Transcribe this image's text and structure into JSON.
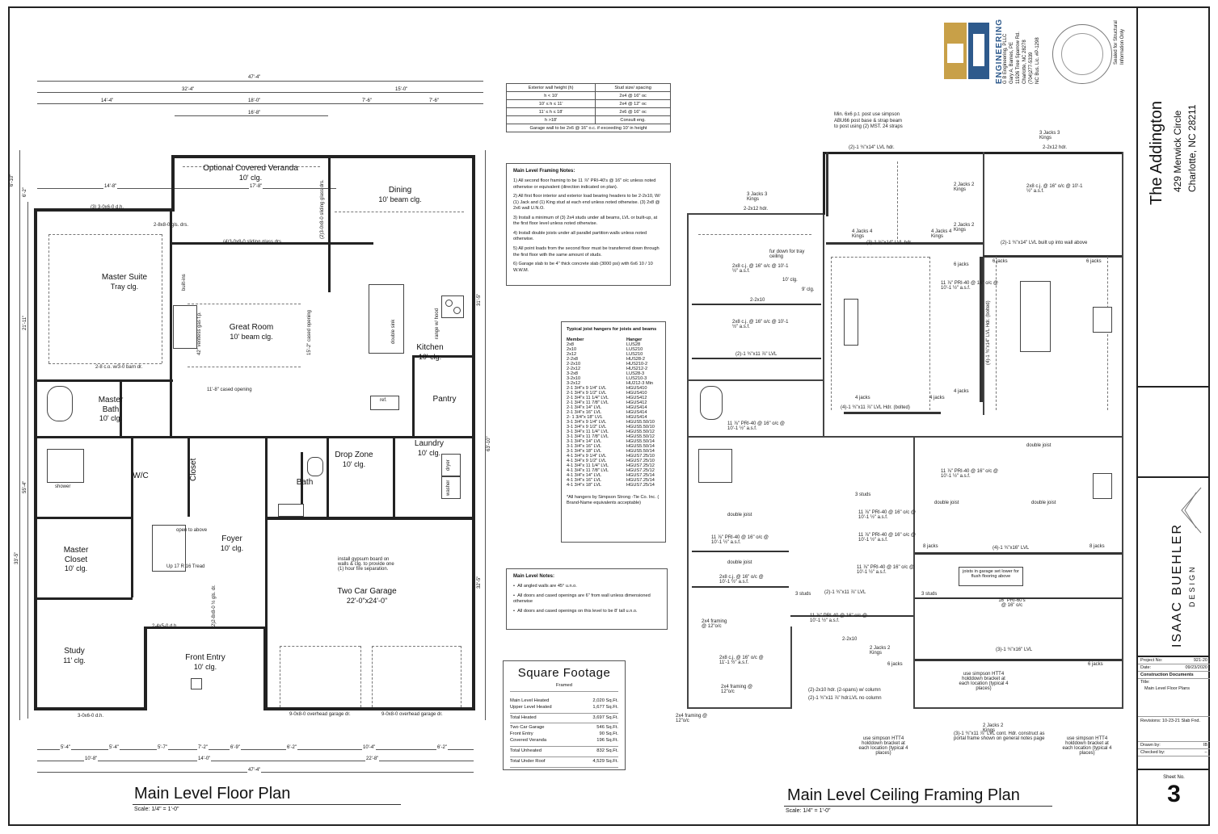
{
  "floor_plan": {
    "title": "Main Level Floor Plan",
    "scale": "Scale: 1/4\" = 1'-0\"",
    "rooms": [
      {
        "name": "Optional Covered Veranda",
        "note": "10' clg."
      },
      {
        "name": "Dining",
        "note": "10' beam clg."
      },
      {
        "name": "Master Suite",
        "note": "Tray clg."
      },
      {
        "name": "Great Room",
        "note": "10' beam clg."
      },
      {
        "name": "Kitchen",
        "note": "10' clg."
      },
      {
        "name": "Pantry",
        "note": ""
      },
      {
        "name": "Master Bath",
        "note": "10' clg."
      },
      {
        "name": "Drop Zone",
        "note": "10' clg."
      },
      {
        "name": "Laundry",
        "note": "10' clg."
      },
      {
        "name": "Bath",
        "note": ""
      },
      {
        "name": "Closet",
        "note": ""
      },
      {
        "name": "W/C",
        "note": ""
      },
      {
        "name": "Foyer",
        "note": "10' clg."
      },
      {
        "name": "Master Closet",
        "note": "10' clg."
      },
      {
        "name": "Two Car Garage",
        "note": "22'-0\"x24'-0\""
      },
      {
        "name": "Study",
        "note": "11' clg."
      },
      {
        "name": "Front Entry",
        "note": "10' clg."
      }
    ],
    "top_dims": [
      "47'-4\"",
      "32'-4\"",
      "15'-0\"",
      "14'-4\"",
      "18'-0\"",
      "7'-6\"",
      "7'-6\"",
      "16'-8\"",
      "14'-8\"",
      "17'-8\""
    ],
    "bottom_dims": [
      "5'-4\"",
      "5'-4\"",
      "5'-7\"",
      "7'-2\"",
      "6'-9\"",
      "6'-2\"",
      "10'-4\"",
      "6'-2\"",
      "10'-8\"",
      "14'-0\"",
      "22'-8\"",
      "47'-4\""
    ],
    "side_dims": [
      "63'-10\"",
      "31'-5\"",
      "32'-5\"",
      "55'-4\"",
      "21'-11\"",
      "33'-5\"",
      "6'-10\"",
      "6'-2\""
    ],
    "labels": [
      "(3) 3-0x6-0 d.h.",
      "(4)3-0x8-0 sliding glass drs.",
      "(2)3-0x8-0 sliding glass drs.",
      "2-8x8-0 gls. drs.",
      "built-ins",
      "42\" ventless gas f.p.",
      "15'-2\" cased opening",
      "11'-8\" cased opening",
      "2-8 c.o. w/3-0 barn dr.",
      "ref.",
      "double sink",
      "range w/ hood",
      "shower",
      "washer",
      "dryer",
      "open to above",
      "Up 17 R 16 Tread",
      "install gypsum board on walls & clg. to provide one (1) hour fire separation.",
      "9-0x8-0 overhead garage dr.",
      "3-0x6-0 d.h.",
      "2-4x5-0 d.h.",
      "(2)2-8x8-0 ½ gls. dr."
    ]
  },
  "framing_plan": {
    "title": "Main Level Ceiling Framing Plan",
    "scale": "Scale: 1/4\" = 1'-0\"",
    "labels": [
      "Min. 6x6 p.t. post use simpson ABU66 post base & strap beam to post using (2) MST. 24 straps",
      "(2)-1 ¾\"x14\" LVL hdr.",
      "3 Jacks 3 Kings",
      "2-2x12 hdr.",
      "2x8 c.j. @ 16\" o/c @ 10'-1 ½\" a.s.f.",
      "fur down for tray ceiling",
      "10' clg.",
      "9' clg.",
      "2-2x10",
      "(2)-1 ¾\"x11 ⅞\" LVL",
      "4 Jacks 4 Kings",
      "(3)-1 ¾\"x14\" LVL hdr.",
      "(2)-1 ¾\"x14\" LVL built up into wall above",
      "6 jacks",
      "11 ⅞\" PRI-40 @ 16\" o/c @ 10'-1 ½\" a.s.f.",
      "(4)-1 ¾\"x14\" LVL Hdr. (bolted)",
      "4 jacks",
      "(4)-1 ¾\"x11 ⅞\" LVL Hdr. (bolted)",
      "double joist",
      "3 studs",
      "8 jacks",
      "(4)-1 ¾\"x16\" LVL",
      "joists in garage set lower for flush flooring above",
      "16\" PRI-60's @ 16\" o/c",
      "(3)-1 ¾\"x16\" LVL",
      "2x4 framing @ 12\"o/c",
      "2x8 c.j. @ 16\" o/c @ 11'-1 ½\" a.s.f.",
      "(2)-2x10 hdr. (2-spans) w/ column",
      "(2)-1 ¾\"x11 ⅞\" hdr.LVL no column",
      "use simpson HTT4 holddown bracket at each location (typical 4 places)",
      "(3)-1 ¾\"x11 ⅞\" LVL cont. Hdr. construct as portal frame shown on general notes page",
      "2 Jacks 2 Kings"
    ]
  },
  "wall_table": {
    "headers": [
      "Exterior wall height (h)",
      "Stud size/ spacing"
    ],
    "rows": [
      [
        "h < 10'",
        "2x4 @ 16\" oc"
      ],
      [
        "10' ≤ h ≤ 11'",
        "2x4 @ 12\" oc"
      ],
      [
        "11' ≤ h ≤ 18'",
        "2x6 @ 16\" oc"
      ],
      [
        "h >18'",
        "Consult eng."
      ]
    ],
    "footer": "Garage wall to be 2x6 @ 16\" o.c. if exceeding 10' in height"
  },
  "framing_notes": {
    "title": "Main Level Framing Notes:",
    "items": [
      "1)  All second floor framing to be 11 ⅞\" PRI-40's @ 16\" o/c unless noted otherwise or equivalent (direction indicated on plan).",
      "2)  All first floor interior and exterior load bearing headers to be 2-2x10, W/ (1) Jack and (1) King stud at each end unless noted otherwise. (3) 2x8 @ 2x6 wall U.N.O.",
      "3)  Install a minimum of (3) 2x4 studs under all beams, LVL or built-up, at the first floor level unless noted otherwise.",
      "4)  Install double joists under all parallel partition walls unless noted otherwise.",
      "5)  All point loads from the second floor must be transferred down through the first floor with the same amount of studs.",
      "6)  Garage slab to be 4\" thick concrete slab (3000 psi) with 6x6 10 / 10 W.W.M."
    ]
  },
  "hangers": {
    "title": "Typical joist hangers for joists and beams",
    "col_member": "Member",
    "col_hanger": "Hanger",
    "rows": [
      [
        "2x8",
        "LUS28"
      ],
      [
        "2x10",
        "LUS210"
      ],
      [
        "2x12",
        "LUS210"
      ],
      [
        "2-2x8",
        "HUS28-2"
      ],
      [
        "2-2x10",
        "HUS210-2"
      ],
      [
        "2-2x12",
        "HUS212-2"
      ],
      [
        "3-2x8",
        "LUS28-3"
      ],
      [
        "3-2x10",
        "LUS210-3"
      ],
      [
        "3-2x12",
        "HU212-3 Min"
      ],
      [
        "2-1 3/4\"x 9 1/4\" LVL",
        "HGUS410"
      ],
      [
        "2-1 3/4\"x 9 1/2\" LVL",
        "HGUS410"
      ],
      [
        "2-1 3/4\"x 11 1/4\" LVL",
        "HGUS412"
      ],
      [
        "2-1 3/4\"x 11 7/8\" LVL",
        "HGUS412"
      ],
      [
        "2-1 3/4\"x 14\" LVL",
        "HGUS414"
      ],
      [
        "2-1 3/4\"x 16\" LVL",
        "HGUS414"
      ],
      [
        "2- 1 3/4\"x 18\" LVL",
        "HGUS414"
      ],
      [
        "3-1 3/4\"x 9 1/4\" LVL",
        "HGUS5.50/10"
      ],
      [
        "3-1 3/4\"x 9 1/2\" LVL",
        "HGUS5.50/10"
      ],
      [
        "3-1 3/4\"x 11 1/4\" LVL",
        "HGUS5.50/12"
      ],
      [
        "3-1 3/4\"x 11 7/8\" LVL",
        "HGUS5.50/12"
      ],
      [
        "3-1 3/4\"x 14\" LVL",
        "HGUS5.50/14"
      ],
      [
        "3-1 3/4\"x 16\" LVL",
        "HGUS5.50/14"
      ],
      [
        "3-1 3/4\"x 18\" LVL",
        "HGUS5.50/14"
      ],
      [
        "4-1 3/4\"x 9 1/4\" LVL",
        "HGUS7.25/10"
      ],
      [
        "4-1 3/4\"x 9 1/2\" LVL",
        "HGUS7.25/10"
      ],
      [
        "4-1 3/4\"x 11 1/4\" LVL",
        "HGUS7.25/12"
      ],
      [
        "4-1 3/4\"x 11 7/8\" LVL",
        "HGUS7.25/12"
      ],
      [
        "4-1 3/4\"x 14\" LVL",
        "HGUS7.25/14"
      ],
      [
        "4-1 3/4\"x 16\" LVL",
        "HGUS7.25/14"
      ],
      [
        "4-1 3/4\"x 18\" LVL",
        "HGUS7.25/14"
      ]
    ],
    "footnote": "*All hangers by Simpson Strong -Tie Co. Inc. ( Brand-Name equivalents acceptable)"
  },
  "level_notes": {
    "title": "Main Level Notes:",
    "items": [
      "All angled walls are 45° u.n.o.",
      "All doors and cased openings are 6\" from wall unless dimensioned otherwise",
      "All doors and cased openings on this level to be 8' tall u.n.o."
    ]
  },
  "square_footage": {
    "title": "Square Footage",
    "subtitle": "Framed",
    "groups": [
      [
        [
          "Main Level Heated",
          "2,020 Sq.Ft."
        ],
        [
          "Upper Level Heated",
          "1,677 Sq.Ft."
        ]
      ],
      [
        [
          "Total Heated",
          "3,697 Sq.Ft."
        ]
      ],
      [
        [
          "Two Car Garage",
          "546 Sq.Ft."
        ],
        [
          "Front Entry",
          "90 Sq.Ft."
        ],
        [
          "Covered Veranda",
          "196 Sq.Ft."
        ]
      ],
      [
        [
          "Total Unheated",
          "832 Sq.Ft."
        ]
      ],
      [
        [
          "Total Under Roof",
          "4,529 Sq.Ft."
        ]
      ]
    ]
  },
  "engineer": {
    "logo_letters": "GB",
    "logo_word": "ENGINEERING",
    "lines": [
      "G B Engineering, PLLC",
      "Gary A. Barnes, PE",
      "11926 Tree Sparrow Rd.",
      "Charlotte, NC 28278",
      "(704)277-5339",
      "NC Bus. Lic. #P-1298"
    ],
    "seal_note": "Sealed for Structural Information Only"
  },
  "title_block": {
    "project_name": "The Addington",
    "address1": "429 Merwick Circle",
    "address2": "Charlotte, NC 28211",
    "designer": "ISAAC BUEHLER",
    "designer_sub": "DESIGN",
    "project_no_label": "Project No:",
    "project_no": "921-20",
    "date_label": "Date:",
    "date": "09/23/2020",
    "phase": "Construction Documents",
    "title_label": "Title:",
    "title": "Main Level Floor Plans",
    "revisions": "Revisions: 10-23-21 Slab Fnd.",
    "drawn_label": "Drawn by:",
    "drawn": "IB",
    "checked_label": "Checked by:",
    "checked": "--",
    "sheet_label": "Sheet No.",
    "sheet_no": "3"
  },
  "colors": {
    "ink": "#222222",
    "logo_gold": "#c8a048",
    "logo_blue": "#2e5a8c"
  }
}
